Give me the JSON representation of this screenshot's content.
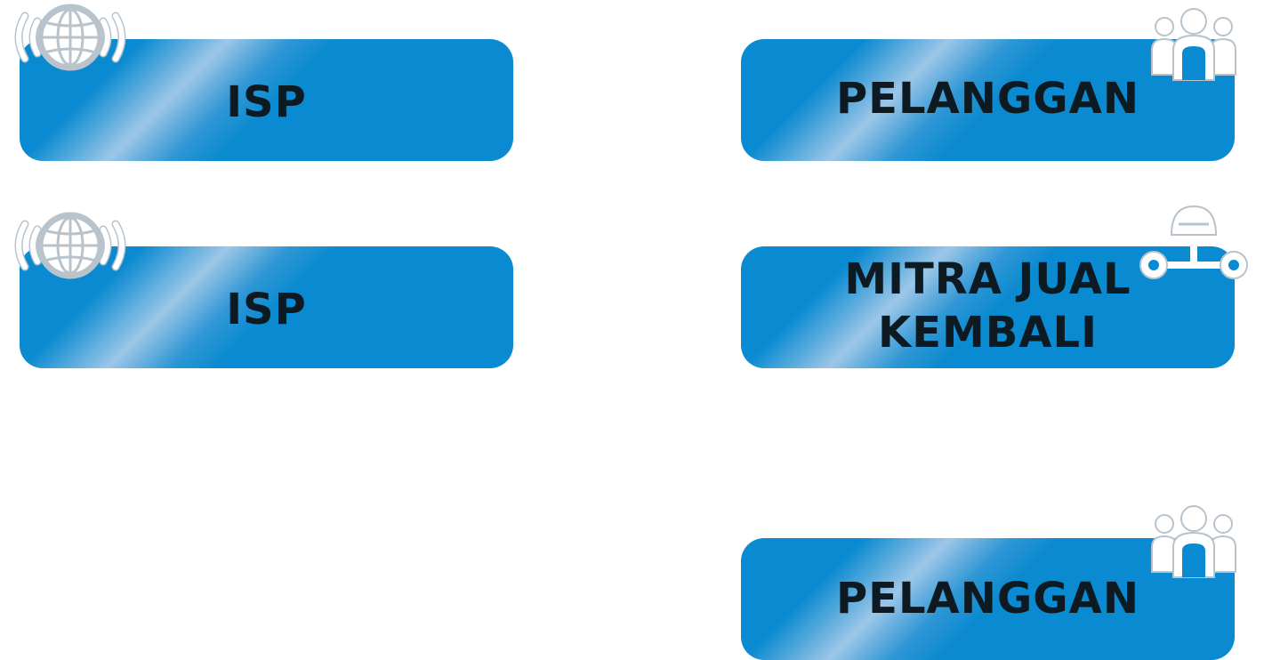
{
  "nodes": {
    "isp_1": {
      "label": "ISP",
      "icon": "globe-signal-icon"
    },
    "isp_2": {
      "label": "ISP",
      "icon": "globe-signal-icon"
    },
    "pelanggan_1": {
      "label": "PELANGGAN",
      "icon": "people-group-icon"
    },
    "mitra": {
      "label": "MITRA JUAL\nKEMBALI",
      "icon": "network-hub-icon"
    },
    "pelanggan_2": {
      "label": "PELANGGAN",
      "icon": "people-group-icon"
    }
  },
  "colors": {
    "box_fill": "#0a8ad0",
    "box_highlight": "#9cc6e8",
    "label_text": "#0e1a22",
    "icon": "#ffffff",
    "icon_outline": "#b9c3cc"
  }
}
